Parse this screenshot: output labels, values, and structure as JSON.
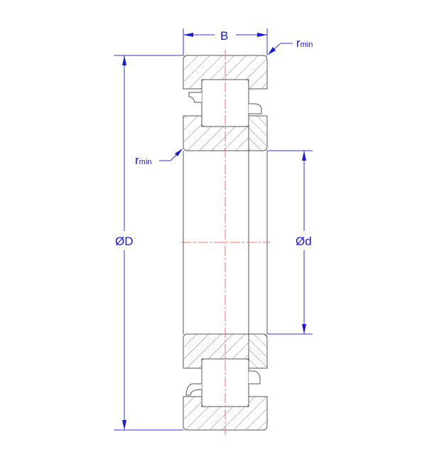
{
  "drawing": {
    "title": "Cylindrical roller bearing cross-section",
    "labels": {
      "width": "B",
      "outer_diameter": "ØD",
      "bore_diameter": "Ød",
      "radius_main": "r",
      "radius_sub": "min"
    },
    "colors": {
      "dimension": "#1a1adc",
      "centerline": "#f07070",
      "outline": "#555555"
    }
  }
}
